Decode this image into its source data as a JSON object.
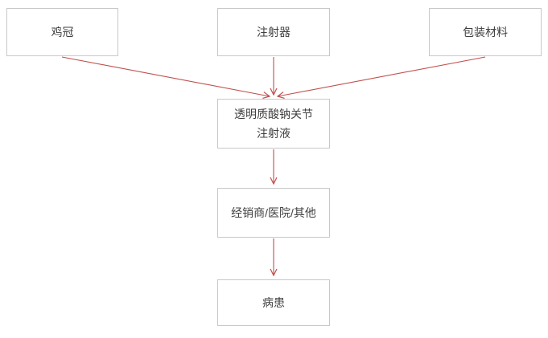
{
  "diagram": {
    "type": "flowchart",
    "nodes": {
      "comb": {
        "label": "鸡冠"
      },
      "syringe": {
        "label": "注射器"
      },
      "packaging": {
        "label": "包装材料"
      },
      "product": {
        "label": "透明质酸钠关节\n注射液"
      },
      "channel": {
        "label": "经销商/医院/其他"
      },
      "patient": {
        "label": "病患"
      }
    },
    "edges": [
      {
        "from": "comb",
        "to": "product"
      },
      {
        "from": "syringe",
        "to": "product"
      },
      {
        "from": "packaging",
        "to": "product"
      },
      {
        "from": "product",
        "to": "channel"
      },
      {
        "from": "channel",
        "to": "patient"
      }
    ],
    "colors": {
      "arrow": "#c0504d",
      "box_border": "#c8c8c8",
      "text": "#3f3f3f",
      "background": "#ffffff"
    }
  }
}
